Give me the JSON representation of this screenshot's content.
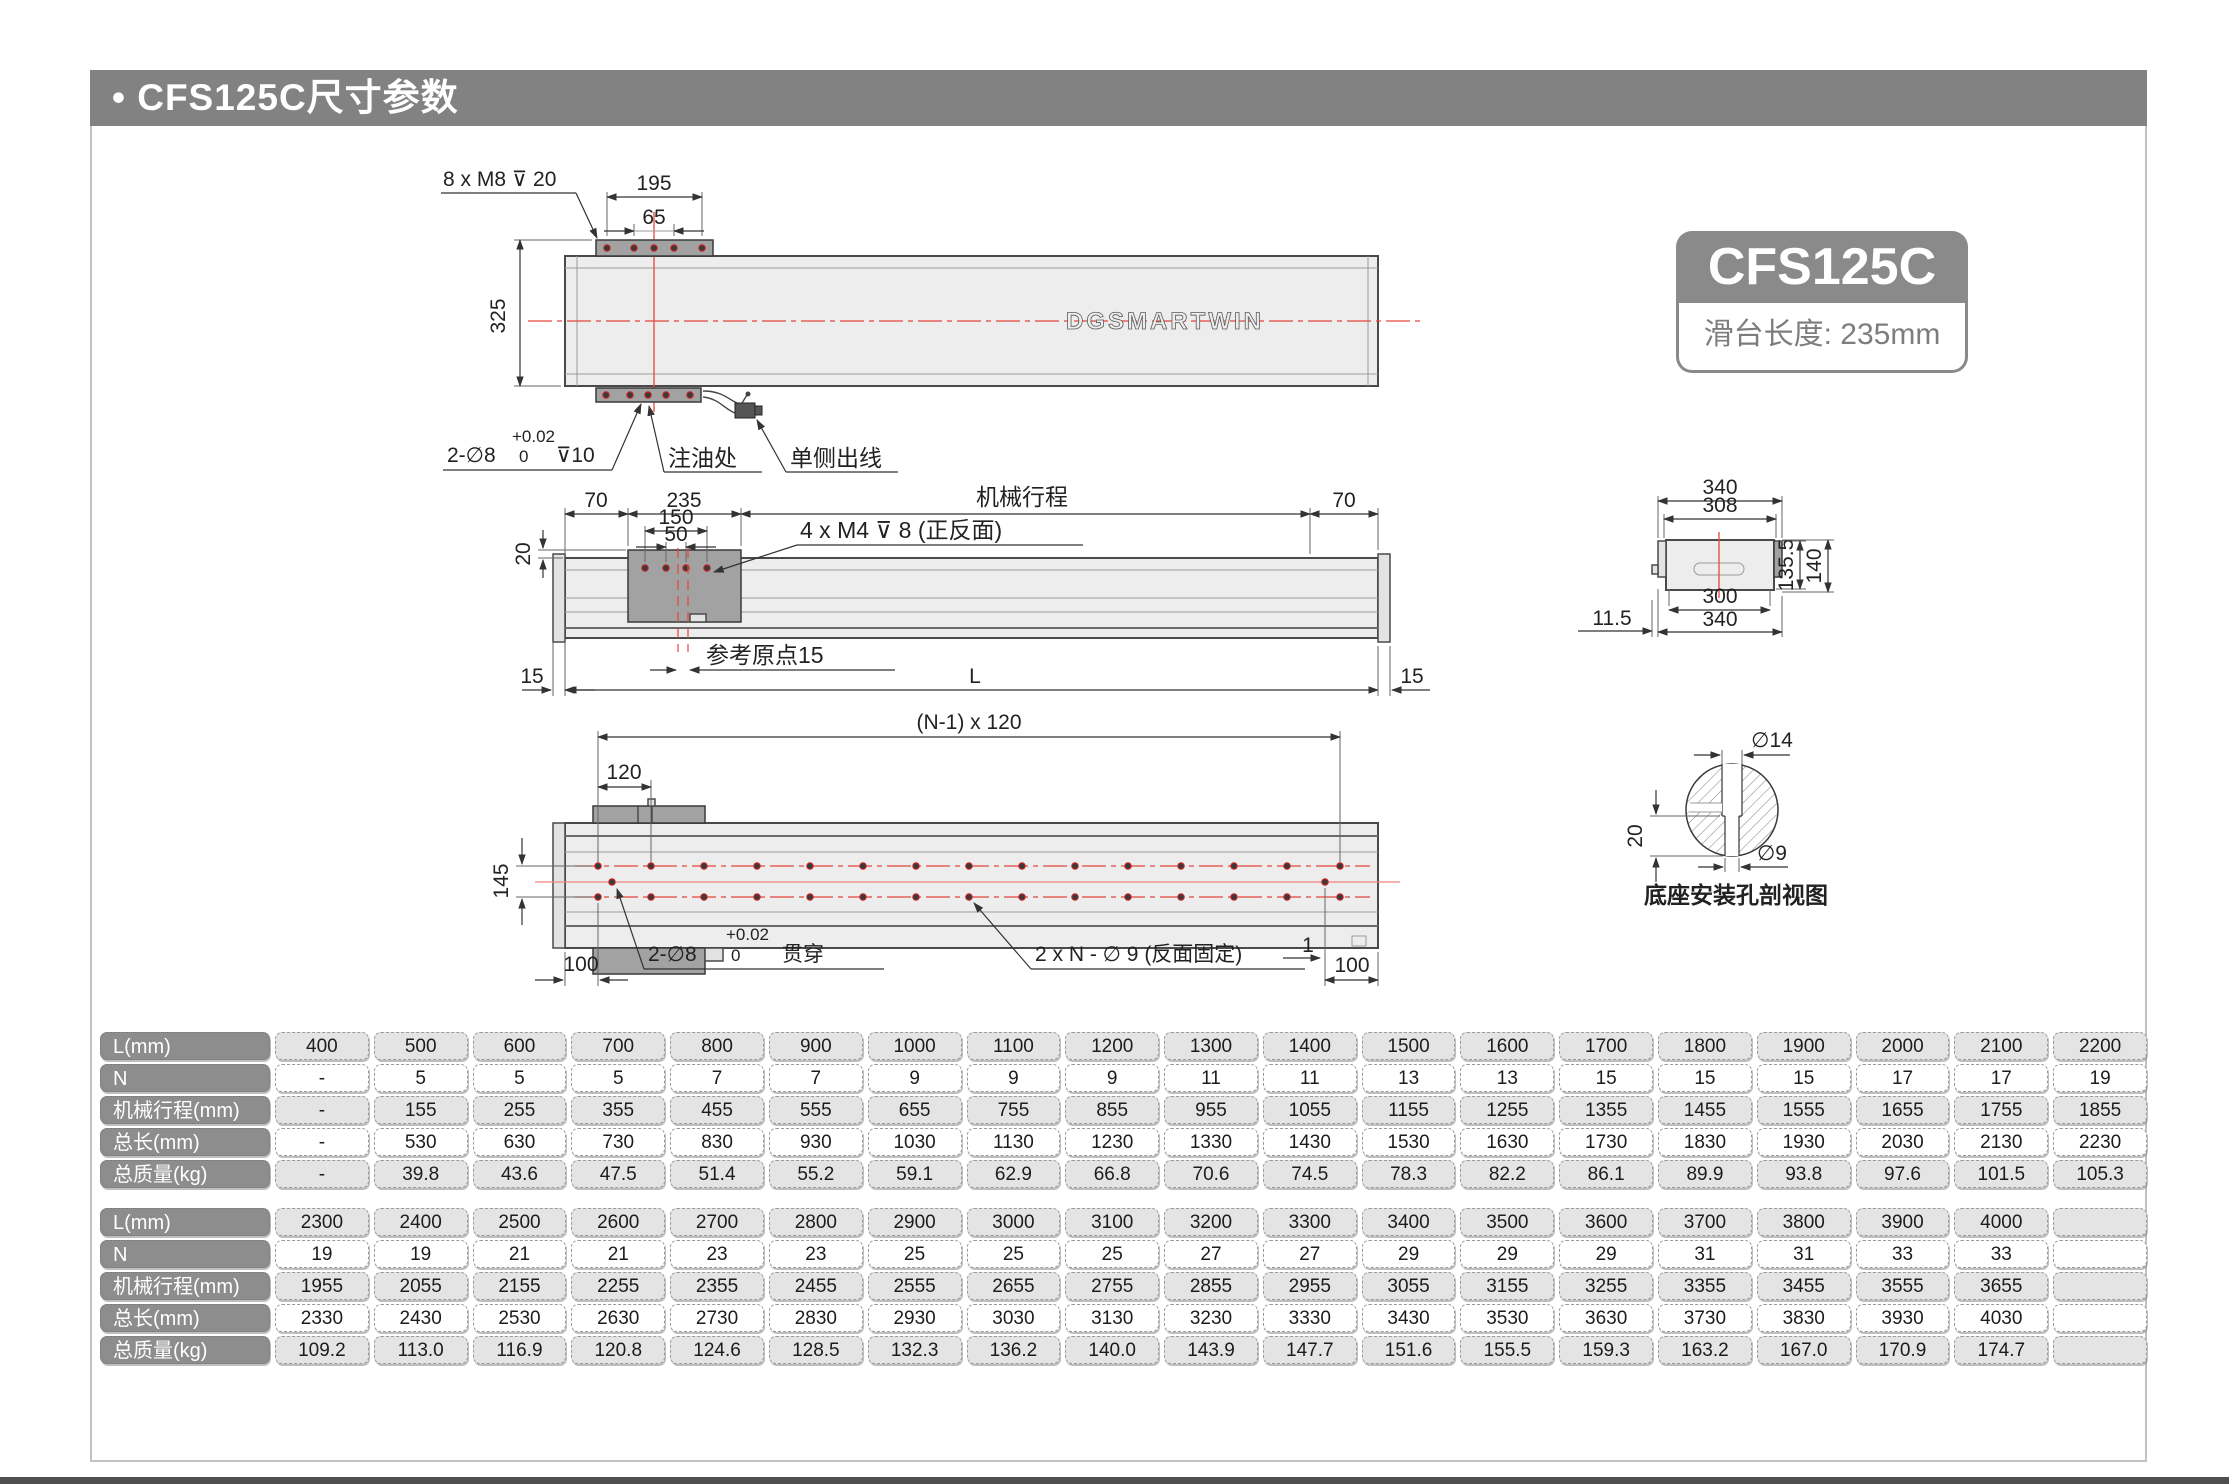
{
  "title": "• CFS125C尺寸参数",
  "badge": {
    "model": "CFS125C",
    "len": "滑台长度: 235mm"
  },
  "watermark": "DGSMARTWIN",
  "drawings": {
    "top": {
      "thread": "8 x M8  ⊽ 20",
      "dim195": "195",
      "dim65": "65",
      "dim325": "325",
      "hole_note": "2-∅8",
      "tol_top": "+0.02",
      "tol_zero": "0",
      "depth": "⊽10",
      "oil": "注油处",
      "cable": "单侧出线"
    },
    "side": {
      "dim70l": "70",
      "dim235": "235",
      "dim150": "150",
      "dim50": "50",
      "dim20": "20",
      "m4": "4 x M4  ⊽ 8 (正反面)",
      "stroke": "机械行程",
      "dim70r": "70",
      "dim15l": "15",
      "origin": "参考原点15",
      "dimL": "L",
      "dim15r": "15"
    },
    "sec": {
      "d340t": "340",
      "d308": "308",
      "d135": "135.5",
      "d140": "140",
      "d300": "300",
      "d340b": "340",
      "d115": "11.5"
    },
    "bot": {
      "pitch": "(N-1) x 120",
      "d120": "120",
      "d145": "145",
      "d100l": "100",
      "hole_note": "2-∅8",
      "tol_top": "+0.02",
      "tol_zero": "0",
      "through": "贯穿",
      "nholes": "2 x N - ∅ 9 (反面固定)",
      "d1": "1",
      "d100r": "100"
    },
    "det": {
      "d14": "∅14",
      "d20": "20",
      "d9": "∅9",
      "caption": "底座安装孔剖视图"
    }
  },
  "tables": [
    {
      "rows": [
        {
          "label": "L(mm)",
          "shade": true,
          "values": [
            "400",
            "500",
            "600",
            "700",
            "800",
            "900",
            "1000",
            "1100",
            "1200",
            "1300",
            "1400",
            "1500",
            "1600",
            "1700",
            "1800",
            "1900",
            "2000",
            "2100",
            "2200"
          ]
        },
        {
          "label": "N",
          "shade": false,
          "values": [
            "-",
            "5",
            "5",
            "5",
            "7",
            "7",
            "9",
            "9",
            "9",
            "11",
            "11",
            "13",
            "13",
            "15",
            "15",
            "15",
            "17",
            "17",
            "19"
          ]
        },
        {
          "label": "机械行程(mm)",
          "shade": true,
          "values": [
            "-",
            "155",
            "255",
            "355",
            "455",
            "555",
            "655",
            "755",
            "855",
            "955",
            "1055",
            "1155",
            "1255",
            "1355",
            "1455",
            "1555",
            "1655",
            "1755",
            "1855"
          ]
        },
        {
          "label": "总长(mm)",
          "shade": false,
          "values": [
            "-",
            "530",
            "630",
            "730",
            "830",
            "930",
            "1030",
            "1130",
            "1230",
            "1330",
            "1430",
            "1530",
            "1630",
            "1730",
            "1830",
            "1930",
            "2030",
            "2130",
            "2230"
          ]
        },
        {
          "label": "总质量(kg)",
          "shade": true,
          "values": [
            "-",
            "39.8",
            "43.6",
            "47.5",
            "51.4",
            "55.2",
            "59.1",
            "62.9",
            "66.8",
            "70.6",
            "74.5",
            "78.3",
            "82.2",
            "86.1",
            "89.9",
            "93.8",
            "97.6",
            "101.5",
            "105.3"
          ]
        }
      ]
    },
    {
      "rows": [
        {
          "label": "L(mm)",
          "shade": true,
          "values": [
            "2300",
            "2400",
            "2500",
            "2600",
            "2700",
            "2800",
            "2900",
            "3000",
            "3100",
            "3200",
            "3300",
            "3400",
            "3500",
            "3600",
            "3700",
            "3800",
            "3900",
            "4000",
            ""
          ]
        },
        {
          "label": "N",
          "shade": false,
          "values": [
            "19",
            "19",
            "21",
            "21",
            "23",
            "23",
            "25",
            "25",
            "25",
            "27",
            "27",
            "29",
            "29",
            "29",
            "31",
            "31",
            "33",
            "33",
            ""
          ]
        },
        {
          "label": "机械行程(mm)",
          "shade": true,
          "values": [
            "1955",
            "2055",
            "2155",
            "2255",
            "2355",
            "2455",
            "2555",
            "2655",
            "2755",
            "2855",
            "2955",
            "3055",
            "3155",
            "3255",
            "3355",
            "3455",
            "3555",
            "3655",
            ""
          ]
        },
        {
          "label": "总长(mm)",
          "shade": false,
          "values": [
            "2330",
            "2430",
            "2530",
            "2630",
            "2730",
            "2830",
            "2930",
            "3030",
            "3130",
            "3230",
            "3330",
            "3430",
            "3530",
            "3630",
            "3730",
            "3830",
            "3930",
            "4030",
            ""
          ]
        },
        {
          "label": "总质量(kg)",
          "shade": true,
          "values": [
            "109.2",
            "113.0",
            "116.9",
            "120.8",
            "124.6",
            "128.5",
            "132.3",
            "136.2",
            "140.0",
            "143.9",
            "147.7",
            "151.6",
            "155.5",
            "159.3",
            "163.2",
            "167.0",
            "170.9",
            "174.7",
            ""
          ]
        }
      ]
    }
  ]
}
